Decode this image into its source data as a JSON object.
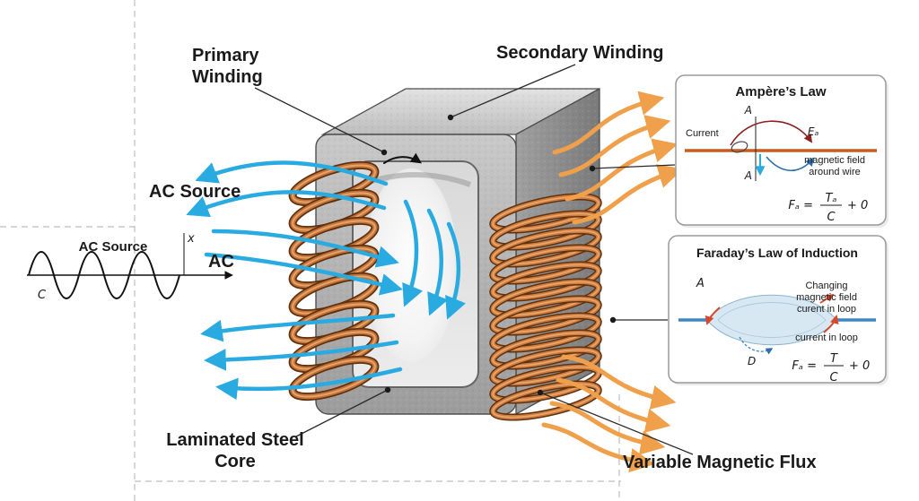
{
  "labels": {
    "primary_l1": "Primary",
    "primary_l2": "Winding",
    "secondary": "Secondary Winding",
    "ac_source_main": "AC Source",
    "laminated_l1": "Laminated Steel",
    "laminated_l2": "Core",
    "variable_flux": "Variable Magnetic Flux"
  },
  "ac_plot": {
    "title": "AC Source",
    "axis_label": "AC",
    "x_label": "x",
    "c_label": "C"
  },
  "ampere": {
    "title": "Ampère’s Law",
    "current": "Current",
    "a_top": "A",
    "a_bottom": "A",
    "e_label": "Eₐ",
    "note_l1": "magnetic field",
    "note_l2": "around wire",
    "formula_lhs": "Fₐ =",
    "formula_num": "Tₐ",
    "formula_den": "C",
    "formula_suffix": "+ 0"
  },
  "faraday": {
    "title": "Faraday’s Law of Induction",
    "a_label": "A",
    "note1_l1": "Changing",
    "note1_l2": "magnetic field",
    "note1_l3": "curent in loop",
    "note2": "current in loop",
    "d_label": "D",
    "formula_lhs": "Fₐ =",
    "formula_num": "T",
    "formula_den": "C",
    "formula_suffix": "+ 0"
  },
  "colors": {
    "field_blue": "#29abe2",
    "flux_orange": "#f0a04a",
    "copper": "#c4743a",
    "core_gray": "#b3b3b3",
    "accent_red": "#d9472b"
  }
}
